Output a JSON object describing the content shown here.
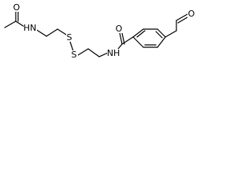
{
  "molecule": {
    "atoms": {
      "acetamide_oxygen": "O",
      "amine_left": "HN",
      "sulfur_upper": "S",
      "sulfur_lower": "S",
      "amide_oxygen": "O",
      "amine_right": "NH",
      "aldehyde_oxygen": "O"
    }
  }
}
